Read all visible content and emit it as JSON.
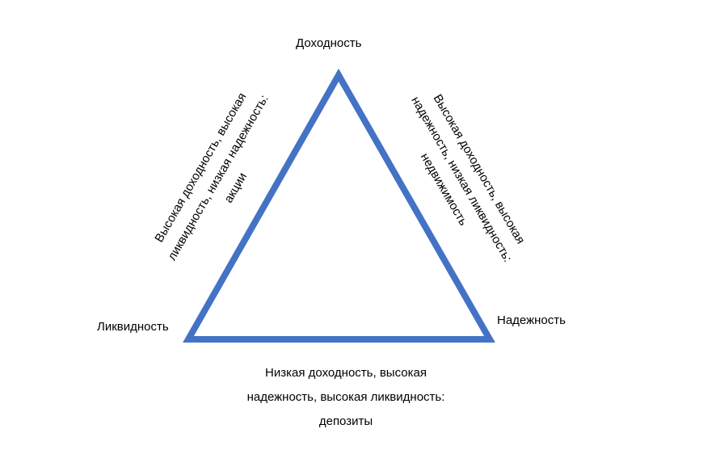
{
  "diagram": {
    "type": "triangle",
    "stroke_color": "#4472C4",
    "stroke_width": 8,
    "vertices": {
      "top": {
        "label": "Доходность"
      },
      "bottom_left": {
        "label": "Ликвидность"
      },
      "bottom_right": {
        "label": "Надежность"
      }
    },
    "sides": {
      "left": {
        "lines": [
          "Высокая доходность, высокая",
          "ликвидность, низкая надежность:",
          "акции"
        ]
      },
      "right": {
        "lines": [
          "Высокая доходность, высокая",
          "надежность, низкая ликвидность:",
          "недвижимость"
        ]
      },
      "bottom": {
        "lines": [
          "Низкая доходность, высокая",
          "надежность, высокая ликвидность:",
          "депозиты"
        ]
      }
    }
  }
}
